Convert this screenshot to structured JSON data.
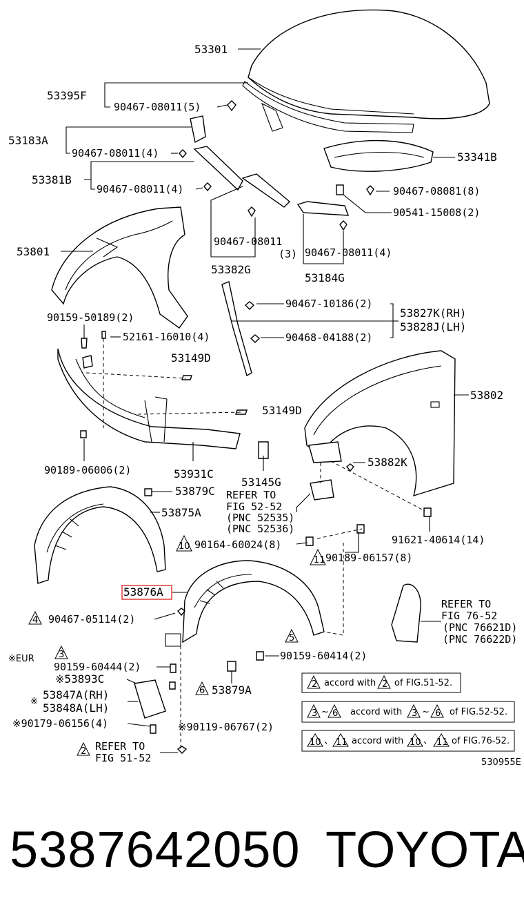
{
  "labels": {
    "p53301": "53301",
    "p53395F": "53395F",
    "p90467_5": "90467-08011(5)",
    "p53183A": "53183A",
    "p90467_4a": "90467-08011(4)",
    "p53381B": "53381B",
    "p90467_4b": "90467-08011(4)",
    "p53341B": "53341B",
    "p90467_08081": "90467-08081(8)",
    "p90541": "90541-15008(2)",
    "p53801": "53801",
    "p90467_3": "90467-08011",
    "p90467_3q": "(3)",
    "p90467_4c": "90467-08011(4)",
    "p53382G": "53382G",
    "p53184G": "53184G",
    "p90467_10186": "90467-10186(2)",
    "p90468": "90468-04188(2)",
    "p53827K": "53827K(RH)",
    "p53828J": "53828J(LH)",
    "p90159_50189": "90159-50189(2)",
    "p52161": "52161-16010(4)",
    "p53149D_a": "53149D",
    "p53149D_b": "53149D",
    "p53802": "53802",
    "p90189_06006": "90189-06006(2)",
    "p53931C": "53931C",
    "p53145G": "53145G",
    "p53882K": "53882K",
    "p53879C": "53879C",
    "p53875A": "53875A",
    "refer1": "REFER TO",
    "refer1b": "FIG 52-52",
    "pnc52535": "(PNC 52535)",
    "pnc52536": "(PNC 52536)",
    "p91621": "91621-40614(14)",
    "p90164": "90164-60024(8)",
    "p90189_06157": "90189-06157(8)",
    "p53876A": "53876A",
    "refer2": "REFER TO",
    "refer2b": "FIG 76-52",
    "pnc76621": "(PNC 76621D)",
    "pnc76622": "(PNC 76622D)",
    "p90467_05114": "90467-05114(2)",
    "p90159_60414": "90159-60414(2)",
    "eur": "※EUR",
    "p90159_60444": "90159-60444(2)",
    "p53893C": "※53893C",
    "p53879A": "53879A",
    "p53847A": "53847A(RH)",
    "p53848A": "53848A(LH)",
    "p90179": "※90179-06156(4)",
    "p90119": "※90119-06767(2)",
    "refer3": "REFER TO",
    "refer3b": "FIG 51-52",
    "tri4": "4",
    "tri3": "3",
    "tri10": "10",
    "tri11": "11",
    "tri5": "5",
    "tri6": "6",
    "tri2": "2",
    "star_a": "※",
    "code": "530955E"
  },
  "legend": [
    {
      "pre": "",
      "tri_a": "2",
      "tri_b": "",
      "mid": "accord with",
      "tri_c": "2",
      "tri_d": "",
      "post": "of FIG.51-52."
    },
    {
      "pre": "",
      "tri_a": "3",
      "tri_b": "6",
      "mid": "accord with",
      "tri_c": "3",
      "tri_d": "6",
      "post": "of FIG.52-52."
    },
    {
      "pre": "",
      "tri_a": "10",
      "tri_b": "11",
      "mid": "accord with",
      "tri_c": "10",
      "tri_d": "11",
      "post": "of FIG.76-52."
    }
  ],
  "highlight": {
    "part": "53876A",
    "color": "#e23a3a"
  },
  "footer": {
    "part_number": "5387642050",
    "brand": "TOYOTA"
  }
}
